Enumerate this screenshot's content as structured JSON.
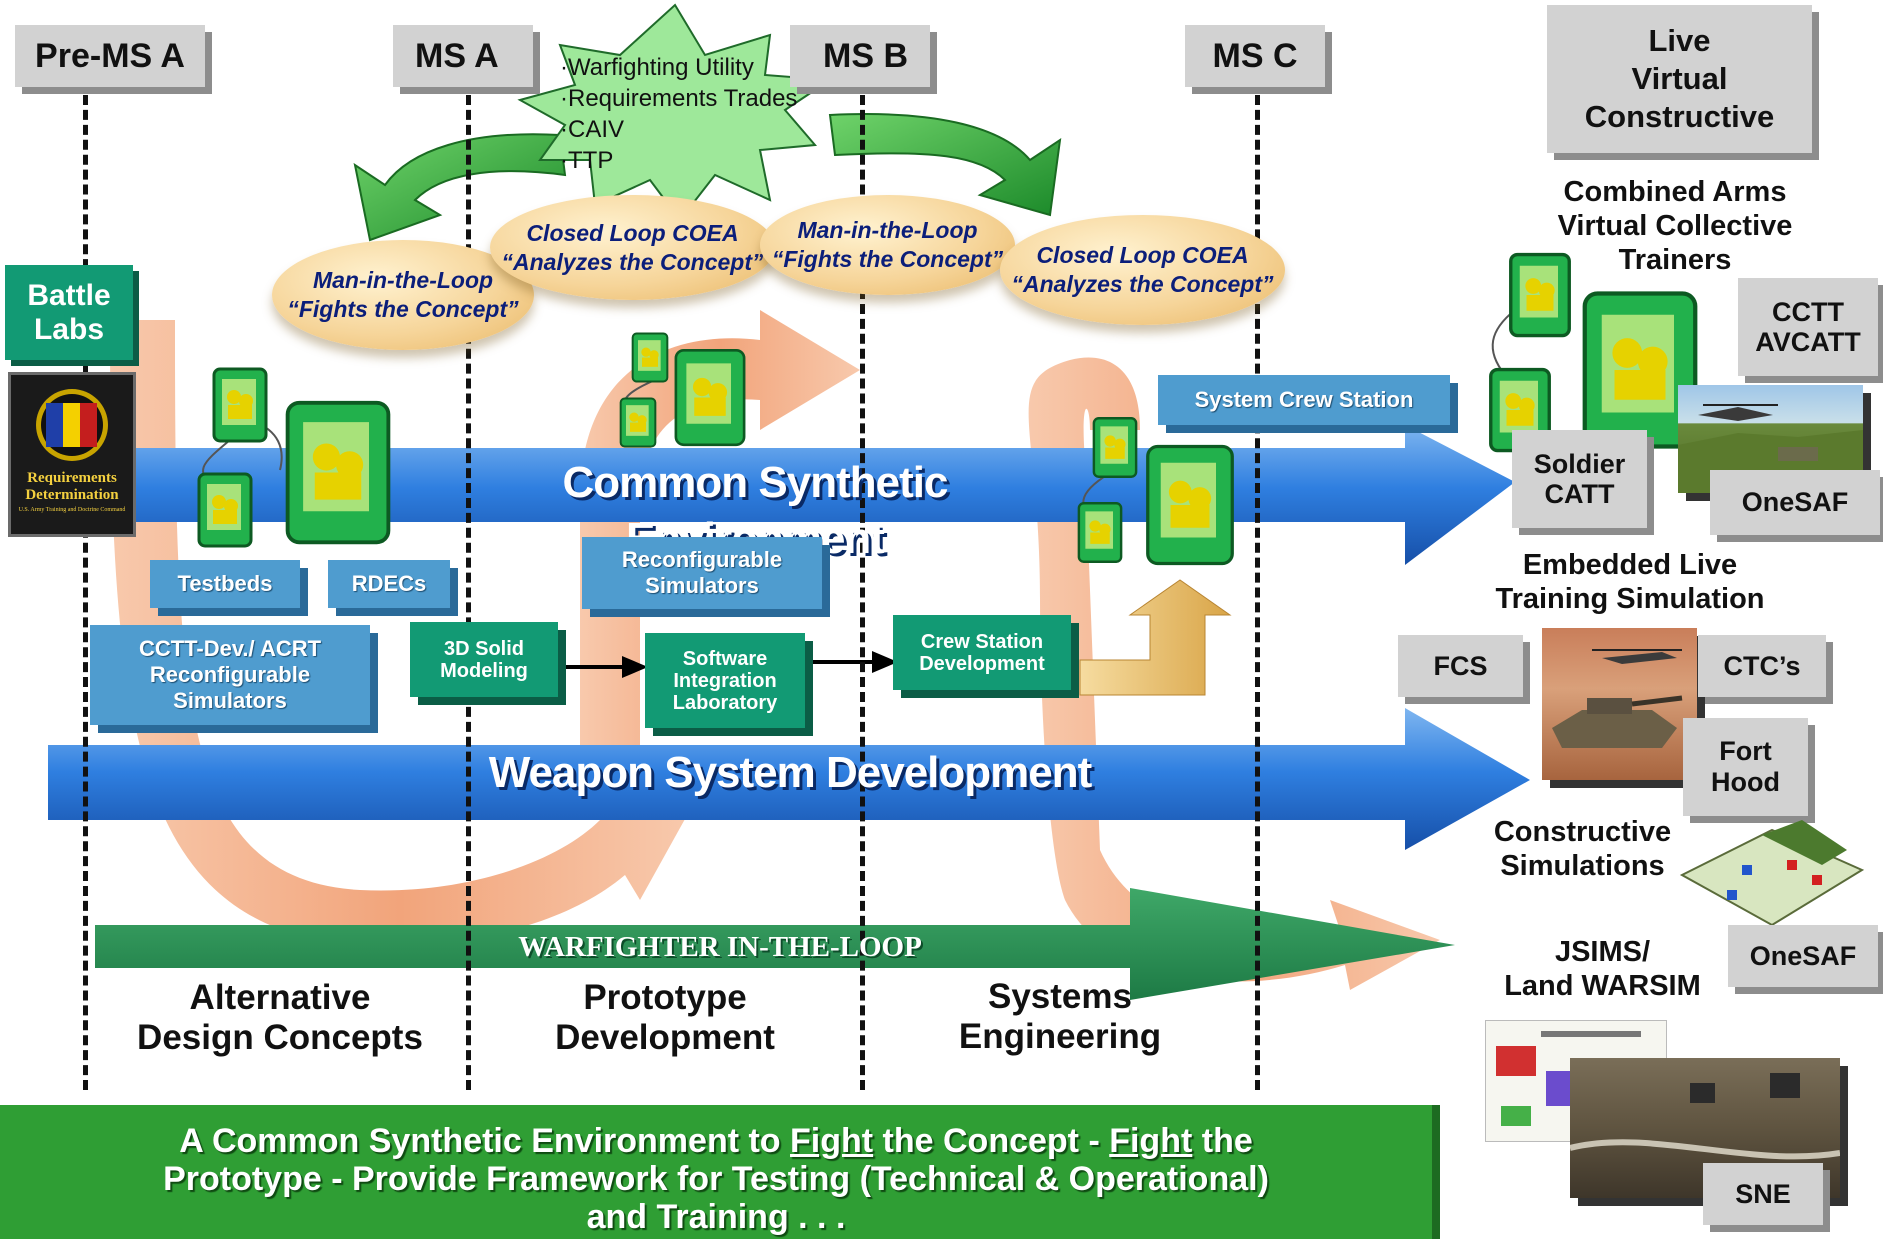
{
  "milestones": [
    "Pre-MS A",
    "MS A",
    "MS B",
    "MS C"
  ],
  "lvc": [
    "Live",
    "Virtual",
    "Constructive"
  ],
  "starburst_items": [
    "·Warfighting Utility",
    "·Requirements Trades",
    "·CAIV",
    "·TTP"
  ],
  "ovals": [
    {
      "line1": "Man-in-the-Loop",
      "line2": "“Fights the Concept”"
    },
    {
      "line1": "Closed Loop COEA",
      "line2": "“Analyzes the Concept”"
    },
    {
      "line1": "Man-in-the-Loop",
      "line2": "“Fights the Concept”"
    },
    {
      "line1": "Closed Loop COEA",
      "line2": "“Analyzes the Concept”"
    }
  ],
  "battle_labs": {
    "title1": "Battle",
    "title2": "Labs",
    "logo_line1": "Requirements",
    "logo_line2": "Determination",
    "logo_small": "U.S. Army Training and Doctrine Command"
  },
  "arrows": {
    "cse": "Common Synthetic Environment",
    "wsd": "Weapon System Development",
    "witl": "WARFIGHTER IN-THE-LOOP"
  },
  "boxes": {
    "testbeds": "Testbeds",
    "rdecs": "RDECs",
    "cctt_dev": [
      "CCTT-Dev./ ACRT",
      "Reconfigurable",
      "Simulators"
    ],
    "solid": [
      "3D Solid",
      "Modeling"
    ],
    "reconfig": [
      "Reconfigurable",
      "Simulators"
    ],
    "sil": [
      "Software",
      "Integration",
      "Laboratory"
    ],
    "crew_dev": [
      "Crew Station",
      "Development"
    ],
    "crew_station": "System Crew Station"
  },
  "phases": {
    "alt": [
      "Alternative",
      "Design Concepts"
    ],
    "proto": [
      "Prototype",
      "Development"
    ],
    "sys": [
      "Systems",
      "Engineering"
    ]
  },
  "right": {
    "cavct": [
      "Combined Arms",
      "Virtual Collective",
      "Trainers"
    ],
    "cctt": [
      "CCTT",
      "AVCATT"
    ],
    "soldier": [
      "Soldier",
      "CATT"
    ],
    "onesaf1": "OneSAF",
    "elts": [
      "Embedded Live",
      "Training Simulation"
    ],
    "fcs": "FCS",
    "ctcs": "CTC’s",
    "fort": [
      "Fort",
      "Hood"
    ],
    "constructive": [
      "Constructive",
      "Simulations"
    ],
    "onesaf2": "OneSAF",
    "jsims": [
      "JSIMS/",
      "Land WARSIM"
    ],
    "sne": "SNE"
  },
  "banner": {
    "p1": "A Common Synthetic Environment to ",
    "u1": "Fight",
    "p2": " the Concept - ",
    "u2": "Fight",
    "p3": " the",
    "line2": "Prototype - Provide Framework for Testing (Technical & Operational)",
    "line3": "and Training . . ."
  },
  "colors": {
    "green_banner": "#2f9e34",
    "blue_arrow": "#1f6fd0",
    "orange_loop": "#f2a77c",
    "teal": "#129a74",
    "steel_blue": "#4f9ccf"
  }
}
